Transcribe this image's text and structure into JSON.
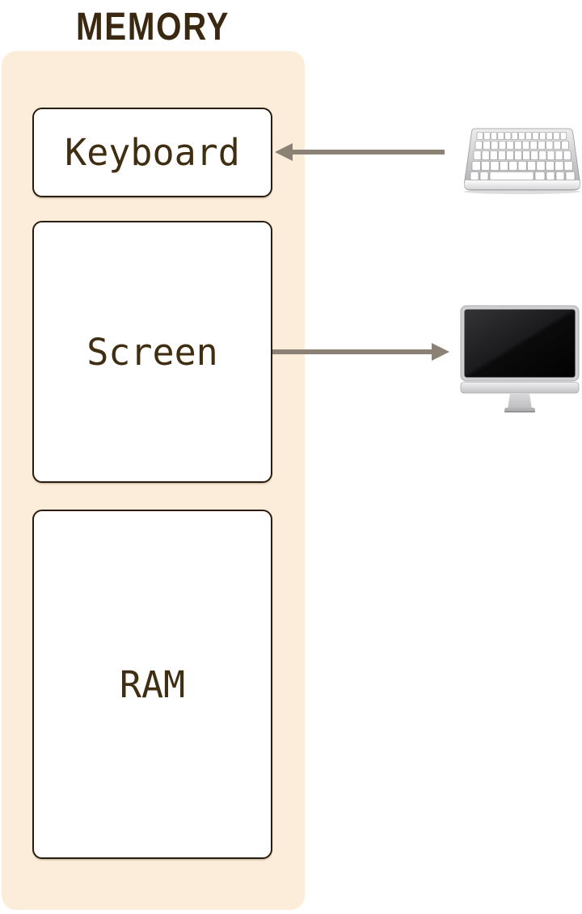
{
  "memory_panel": {
    "title": "MEMORY",
    "boxes": [
      {
        "label": "Keyboard"
      },
      {
        "label": "Screen"
      },
      {
        "label": "RAM"
      }
    ]
  },
  "peripherals": [
    {
      "icon": "keyboard-icon",
      "connects_to": "Keyboard",
      "arrow_direction": "into-memory"
    },
    {
      "icon": "monitor-icon",
      "connects_to": "Screen",
      "arrow_direction": "out-of-memory"
    }
  ],
  "colors": {
    "page-bg": "#ffffff",
    "panel-bg": "#fcedda",
    "box-bg": "#ffffff",
    "box-border": "#2b1d0d",
    "text": "#402e12",
    "title": "#3a2910",
    "arrow": "#8b8174"
  }
}
